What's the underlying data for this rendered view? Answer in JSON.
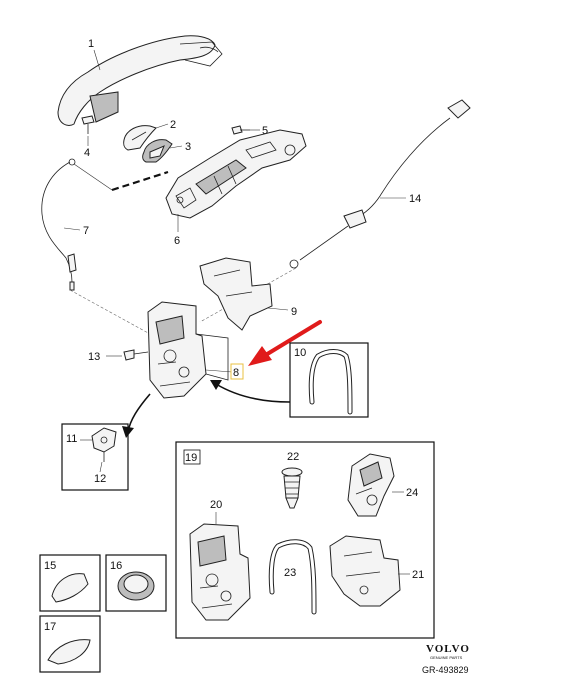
{
  "diagram": {
    "callouts": [
      "1",
      "2",
      "3",
      "4",
      "5",
      "6",
      "7",
      "8",
      "9",
      "10",
      "11",
      "12",
      "13",
      "14",
      "15",
      "16",
      "17",
      "19",
      "20",
      "21",
      "22",
      "23",
      "24"
    ],
    "brand": {
      "name": "VOLVO",
      "tagline": "GENUINE PARTS"
    },
    "reference": "GR-493829",
    "colors": {
      "highlight_arrow": "#e01b1b",
      "line": "#222222",
      "highlight_box": "#e8c040"
    }
  }
}
